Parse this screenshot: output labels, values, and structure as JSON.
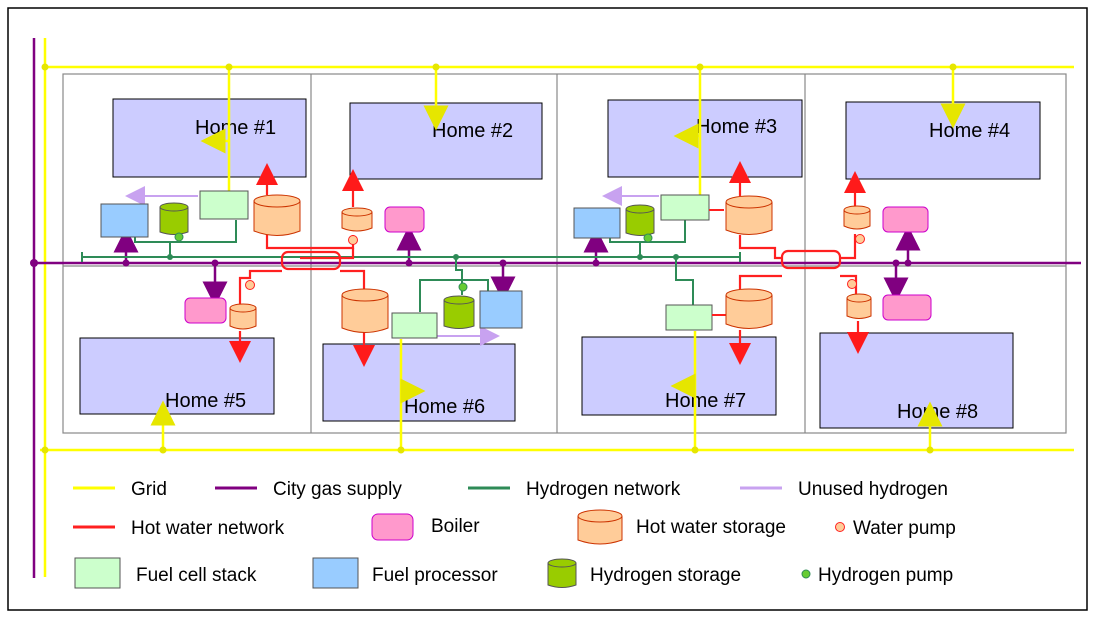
{
  "homes": [
    {
      "label": "Home #1"
    },
    {
      "label": "Home #2"
    },
    {
      "label": "Home #3"
    },
    {
      "label": "Home #4"
    },
    {
      "label": "Home #5"
    },
    {
      "label": "Home #6"
    },
    {
      "label": "Home #7"
    },
    {
      "label": "Home #8"
    }
  ],
  "legend": {
    "grid": "Grid",
    "city_gas": "City gas supply",
    "hydrogen_network": "Hydrogen network",
    "unused_hydrogen": "Unused hydrogen",
    "hot_water_network": "Hot water network",
    "boiler": "Boiler",
    "hot_water_storage": "Hot water storage",
    "water_pump": "Water pump",
    "fuel_cell_stack": "Fuel cell stack",
    "fuel_processor": "Fuel processor",
    "hydrogen_storage": "Hydrogen storage",
    "hydrogen_pump": "Hydrogen pump"
  },
  "colors": {
    "grid": "#ffff00",
    "city_gas": "#800080",
    "hydrogen_network": "#2e8b57",
    "unused_hydrogen": "#c8a2f0",
    "hot_water_network": "#ff2020",
    "home_fill": "#ccccff",
    "boiler_fill": "#ff99cc",
    "storage_fill": "#ffcc99",
    "fuel_cell_fill": "#ccffcc",
    "fuel_processor_fill": "#99ccff",
    "hydrogen_storage_fill": "#99cc00",
    "hydrogen_pump_fill": "#66cc33"
  }
}
